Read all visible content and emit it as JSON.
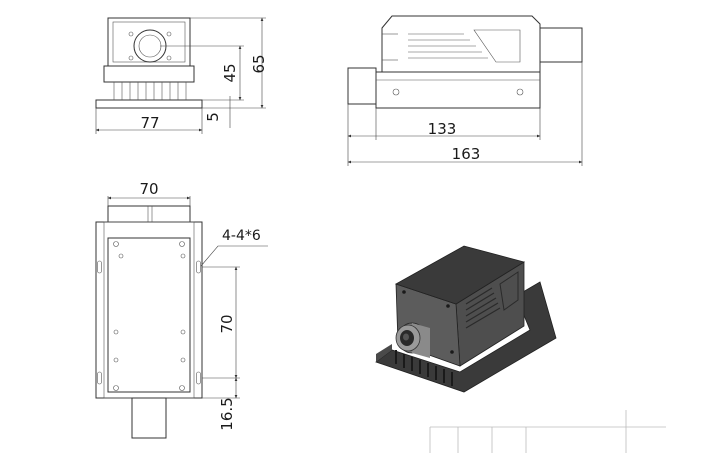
{
  "dimensions": {
    "front_width": "77",
    "front_height": "65",
    "front_center": "45",
    "front_base": "5",
    "side_length_body": "133",
    "side_length_total": "163",
    "top_width": "70",
    "top_holes": "4-4*6",
    "top_hole_spacing": "70",
    "top_offset": "16.5"
  },
  "colors": {
    "line": "#333333",
    "module_dark": "#3c3c3c",
    "module_mid": "#5a5a5a",
    "module_light": "#8a8a8a"
  }
}
